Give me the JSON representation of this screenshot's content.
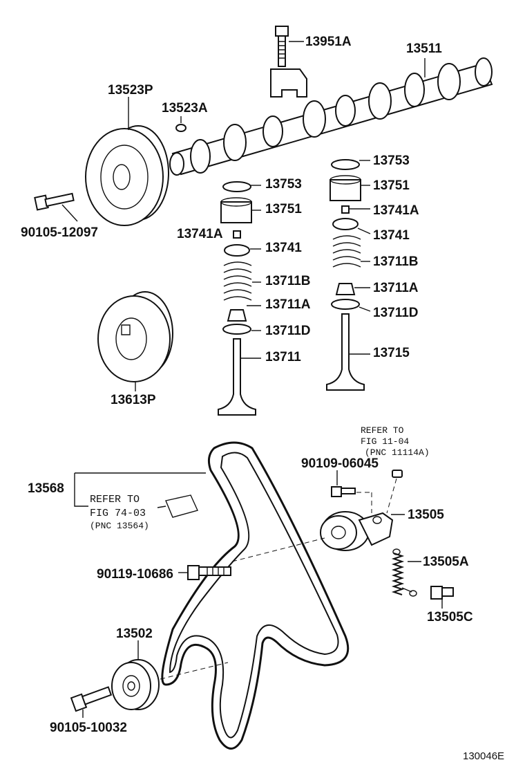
{
  "labels": {
    "p13951A": "13951A",
    "p13511": "13511",
    "p13523P": "13523P",
    "p13523A": "13523A",
    "p90105_12097": "90105-12097",
    "p13753_l": "13753",
    "p13751_l": "13751",
    "p13741A_l": "13741A",
    "p13741_l": "13741",
    "p13711B_l": "13711B",
    "p13711A_l": "13711A",
    "p13711D_l": "13711D",
    "p13711": "13711",
    "p13753_r": "13753",
    "p13751_r": "13751",
    "p13741A_r": "13741A",
    "p13741_r": "13741",
    "p13711B_r": "13711B",
    "p13711A_r": "13711A",
    "p13711D_r": "13711D",
    "p13715": "13715",
    "p13613P": "13613P",
    "p13568": "13568",
    "p90109_06045": "90109-06045",
    "p13505": "13505",
    "p13505A": "13505A",
    "p13505C": "13505C",
    "p90119_10686": "90119-10686",
    "p13502": "13502",
    "p90105_10032": "90105-10032"
  },
  "notes": {
    "refer1_line1": "REFER TO",
    "refer1_line2": "FIG 74-03",
    "refer1_line3": "(PNC 13564)",
    "refer2_line1": "REFER TO",
    "refer2_line2": "FIG 11-04",
    "refer2_line3": "(PNC 11114A)"
  },
  "figure_code": "130046E"
}
